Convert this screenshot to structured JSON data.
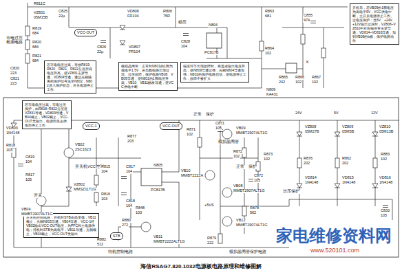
{
  "diagram": {
    "caption": "海信RSAG7.820.1032电源板电路原理和维修图解",
    "nodes": [
      {
        "text": [
          "VCC-OUT"
        ]
      },
      {
        "text": [
          "若市电电压过高，导致R819、R820、R821、R822分压所得电压升高，使VZ831击穿导通，VD804导通，通过光耦隔离把保护信号送至N802，N802进入保护状态，开关电源停止工作"
        ]
      },
      {
        "text": [
          "模拟晶闸管：正常时N801的1脚为低电平1.5V，若负载电路出现过流、过压故障，保护电路VB08、VB09导通，使N801的1脚电压升高，VB10、VB11触发导通，使VCC供电中断"
        ]
      },
      {
        "text": [
          "稳压环节出现故障时，将造成输出电压升高，使N809导通过强，光耦N804导通加强，N802的保护电路启动，使电源停止工作，故障不被扩大"
        ]
      },
      {
        "text": [
          "开机后，若VB09的1脚电压为高电平5V，VCC供电中断，主开关电源停止工作。过电压保护：当5V、+24V、+12V输出过压时，VZ808~VZ810中对应稳压管击穿导通，VD814~VD816导通，加到VB08的b极，保护电路动作"
        ]
      },
      {
        "text": [
          "若市电电压过高，市电过压保护，由R818~R822分压使VZ831导通，VD803导通，VB04截止，VB02截止，VCC-OUT无输出，电源因失去供电而停止工作"
        ]
      },
      {
        "text": [
          "VCC-1"
        ]
      },
      {
        "text": [
          "VCC-OUT"
        ]
      },
      {
        "text": [
          "开关机控制电路：开机时STB由高变低，VB11截止，光耦N805导通，VB04导通，VCC-1经VB02输出VCC-OUT电压，为PFC和主电源供电；待机时STB为高电平，VB11导通，光耦截止，VB04截止，VCC-OUT无输出"
        ]
      },
      {
        "text": [
          "STB"
        ]
      }
    ],
    "labels": [
      "R811C",
      "VZ831",
      "05M15B",
      "R819",
      "684",
      "R820",
      "684",
      "R821",
      "684",
      "市电过压检测电路",
      "C820",
      "223",
      "C821",
      "223",
      "C825",
      "22µ",
      "VD806",
      "FR104",
      "R806",
      "75R",
      "C826",
      "22µ",
      "VD807",
      "FR104",
      "C828",
      "104",
      "稳压",
      "N804",
      "PC817B",
      "R863",
      "681",
      "C855",
      "474",
      "R864",
      "102",
      "K",
      "R865",
      "242",
      "R866",
      "102",
      "R867",
      "102",
      "N809",
      "KA431",
      "VD803",
      "1N4148",
      "R818",
      "103",
      "C819",
      "104",
      "R817",
      "105",
      "开关",
      "VB04",
      "MMBT2907ALT1G",
      "VZ802",
      "MMSZ11T1G",
      "VB02",
      "2SC1623",
      "开关机VCC控制",
      "R815",
      "104",
      "C817",
      "104",
      "R816",
      "103",
      "C818",
      "104",
      "R877",
      "203",
      "N805",
      "PC817B",
      "R848",
      "103",
      "R880",
      "272",
      "R882",
      "512",
      "待机控制电路",
      "VB11",
      "MMBT2222ALT1G",
      "正常",
      "保护",
      "R871",
      "102",
      "C871",
      "105",
      "VB09",
      "MMBT2907ALT1G",
      "模拟晶闸管",
      "VB10",
      "MMBT2222A",
      "R872",
      "102",
      "正常",
      "保护",
      "C872",
      "105",
      "R873",
      "102",
      "VB08",
      "MMBT2907ALT1G",
      "+5VS",
      "R878",
      "562",
      "VB12",
      "MMBT2907ALT1G",
      "R879",
      "222",
      "模拟晶闸管保护电路",
      "24V",
      "5V",
      "12V",
      "VZ808",
      "05M27B",
      "VZ809",
      "05M5B",
      "VZ810",
      "05M13B",
      "R876",
      "202",
      "R862",
      "202",
      "R883",
      "102",
      "VD814",
      "1N4148",
      "过压保护",
      "VD815",
      "1N4148",
      "VD816",
      "1N4148",
      "C833",
      "105",
      "家电维修资料网",
      "www.520101.com"
    ]
  }
}
